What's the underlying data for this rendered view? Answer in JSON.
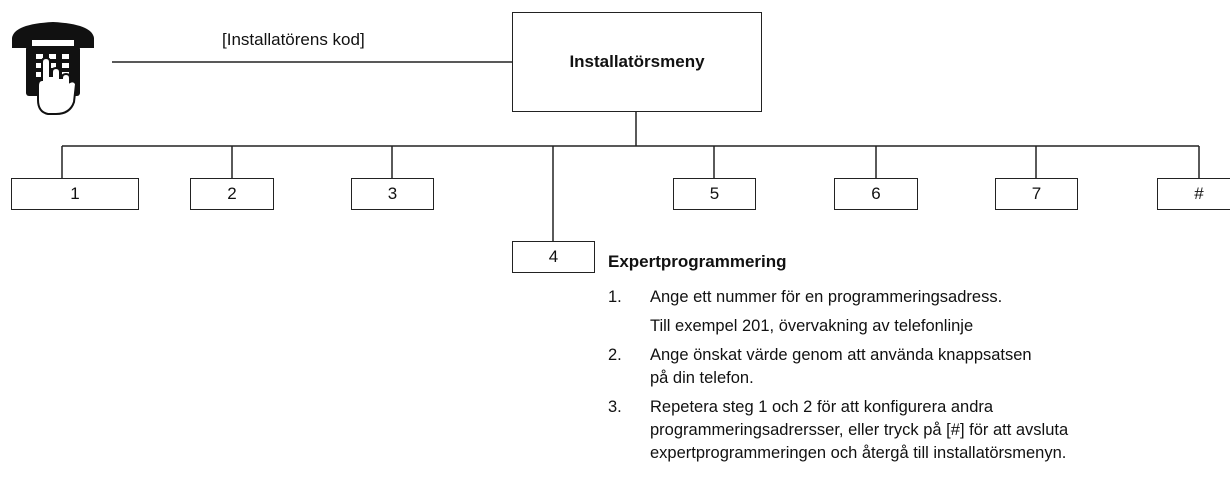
{
  "installer_code_label": "[Installatörens kod]",
  "main_menu_label": "Installatörsmeny",
  "menu_options": [
    "1",
    "2",
    "3",
    "4",
    "5",
    "6",
    "7",
    "#"
  ],
  "expert": {
    "title": "Expertprogrammering",
    "steps": [
      {
        "num": "1.",
        "lines": [
          "Ange ett nummer för en programmeringsadress.",
          "Till exempel 201, övervakning av telefonlinje"
        ]
      },
      {
        "num": "2.",
        "lines": [
          "Ange önskat värde genom att använda knappsatsen",
          "på din telefon."
        ]
      },
      {
        "num": "3.",
        "lines": [
          "Repetera steg 1 och 2 för att konfigurera andra",
          "programmeringsadrersser, eller tryck på [#] för att avsluta",
          "expertprogrammeringen och återgå till installatörsmenyn."
        ]
      }
    ]
  },
  "icon": "phone-keypad-hand-icon"
}
